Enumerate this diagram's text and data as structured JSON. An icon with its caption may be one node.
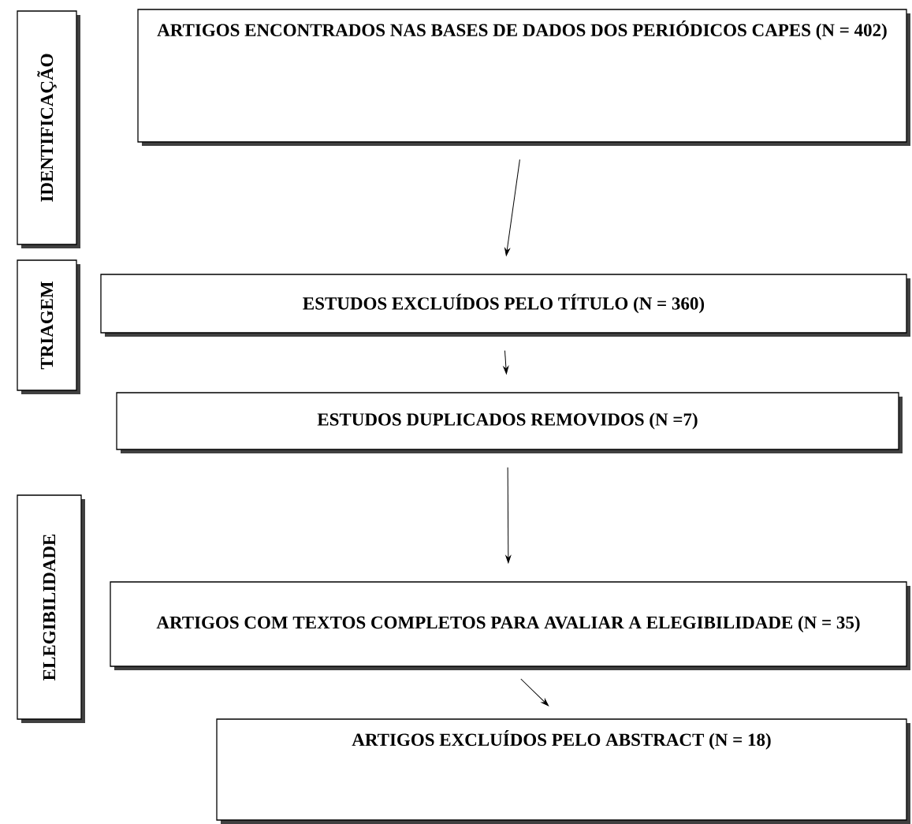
{
  "diagram": {
    "nodes": [
      {
        "text": [
          "IDENTIFICAÇÃO"
        ]
      },
      {
        "text": [
          "TRIAGEM"
        ]
      },
      {
        "text": [
          "ELEGIBILIDADE"
        ]
      },
      {
        "text": [
          "ARTIGOS ENCONTRADOS NAS BASES DE DADOS DOS PERIÓDICOS CAPES (N = 402)"
        ]
      },
      {
        "text": [
          "ESTUDOS EXCLUÍDOS PELO TÍTULO (N = 360)"
        ]
      },
      {
        "text": [
          "ESTUDOS DUPLICADOS REMOVIDOS (N =7)"
        ]
      },
      {
        "text": [
          "ARTIGOS COM TEXTOS COMPLETOS PARA AVALIAR A ELEGIBILIDADE (N = 35)"
        ]
      },
      {
        "text": [
          "ARTIGOS EXCLUÍDOS PELO ABSTRACT (N = 18)"
        ]
      }
    ],
    "edges": [
      {
        "from": 3,
        "to": 4,
        "arrow": "to"
      },
      {
        "from": 4,
        "to": 5,
        "arrow": "to"
      },
      {
        "from": 5,
        "to": 6,
        "arrow": "to"
      },
      {
        "from": 6,
        "to": 7,
        "arrow": "to"
      }
    ]
  }
}
